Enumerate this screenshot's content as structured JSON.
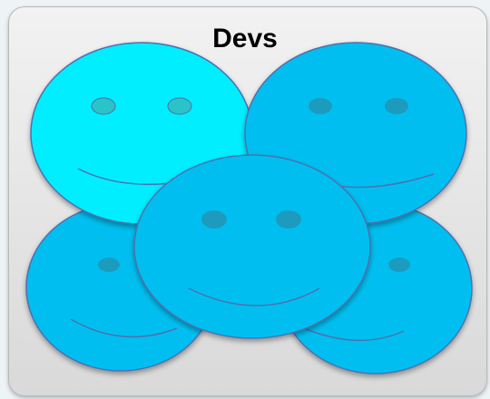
{
  "title": "Devs",
  "colors": {
    "panel": "#e6e6e6",
    "face_light": "#00eeff",
    "face": "#00bff0",
    "face_outline": "#4f6fb0",
    "eye_light": "#29c3c7",
    "eye": "#1f9bbf"
  },
  "faces": [
    {
      "name": "face-top-left",
      "style": "light"
    },
    {
      "name": "face-top-right",
      "style": "regular"
    },
    {
      "name": "face-bottom-left",
      "style": "regular"
    },
    {
      "name": "face-bottom-right",
      "style": "regular"
    },
    {
      "name": "face-center",
      "style": "regular"
    }
  ]
}
